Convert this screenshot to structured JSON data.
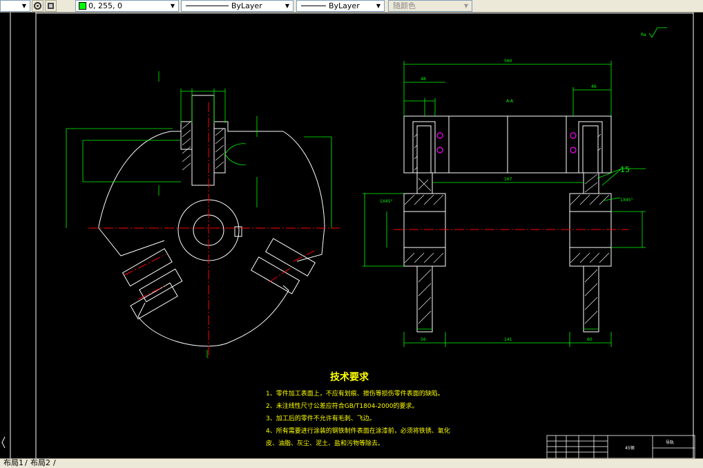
{
  "toolbar": {
    "color_value": "0, 255, 0",
    "color_hex": "#00ff00",
    "linetype_label": "ByLayer",
    "lineweight_label": "ByLayer",
    "plotstyle_label": "随颜色"
  },
  "drawing": {
    "tech_title": "技术要求",
    "requirements": [
      "1、零件加工表面上，不应有划痕、擦伤等损伤零件表面的缺陷。",
      "2、未注线性尺寸公差应符合GB/T1804-2000的要求。",
      "3、加工后的零件不允许有毛刺、飞边。",
      "4、所有需要进行涂装的钢铁制件表面在涂漆前，必须将铁锈、氧化",
      "皮、油脂、灰尘、泥土、盐和污物等除去。"
    ],
    "dim_top_total": "560",
    "dim_left_part": "48",
    "dim_right_part": "46",
    "dim_mid_length": "167",
    "dim_bottom_left": "56",
    "dim_bottom_mid": "141",
    "dim_bottom_right": "60",
    "chamfer_left": "1X45°",
    "chamfer_right": "1X45°",
    "weld_symbol": "15",
    "section_label": "A-A",
    "roughness_label": "Ra",
    "title_block_material": "45钢",
    "title_block_name": "导轨"
  },
  "statusbar": {
    "tabs": [
      "布局1",
      "布局2"
    ]
  },
  "colors": {
    "line_white": "#ffffff",
    "dim_green": "#00ff00",
    "center_red": "#ff0000",
    "text_yellow": "#ffff00",
    "frame_white": "#ffffff",
    "hatch_cyan": "#ffffff",
    "marker_magenta": "#ff00ff"
  }
}
